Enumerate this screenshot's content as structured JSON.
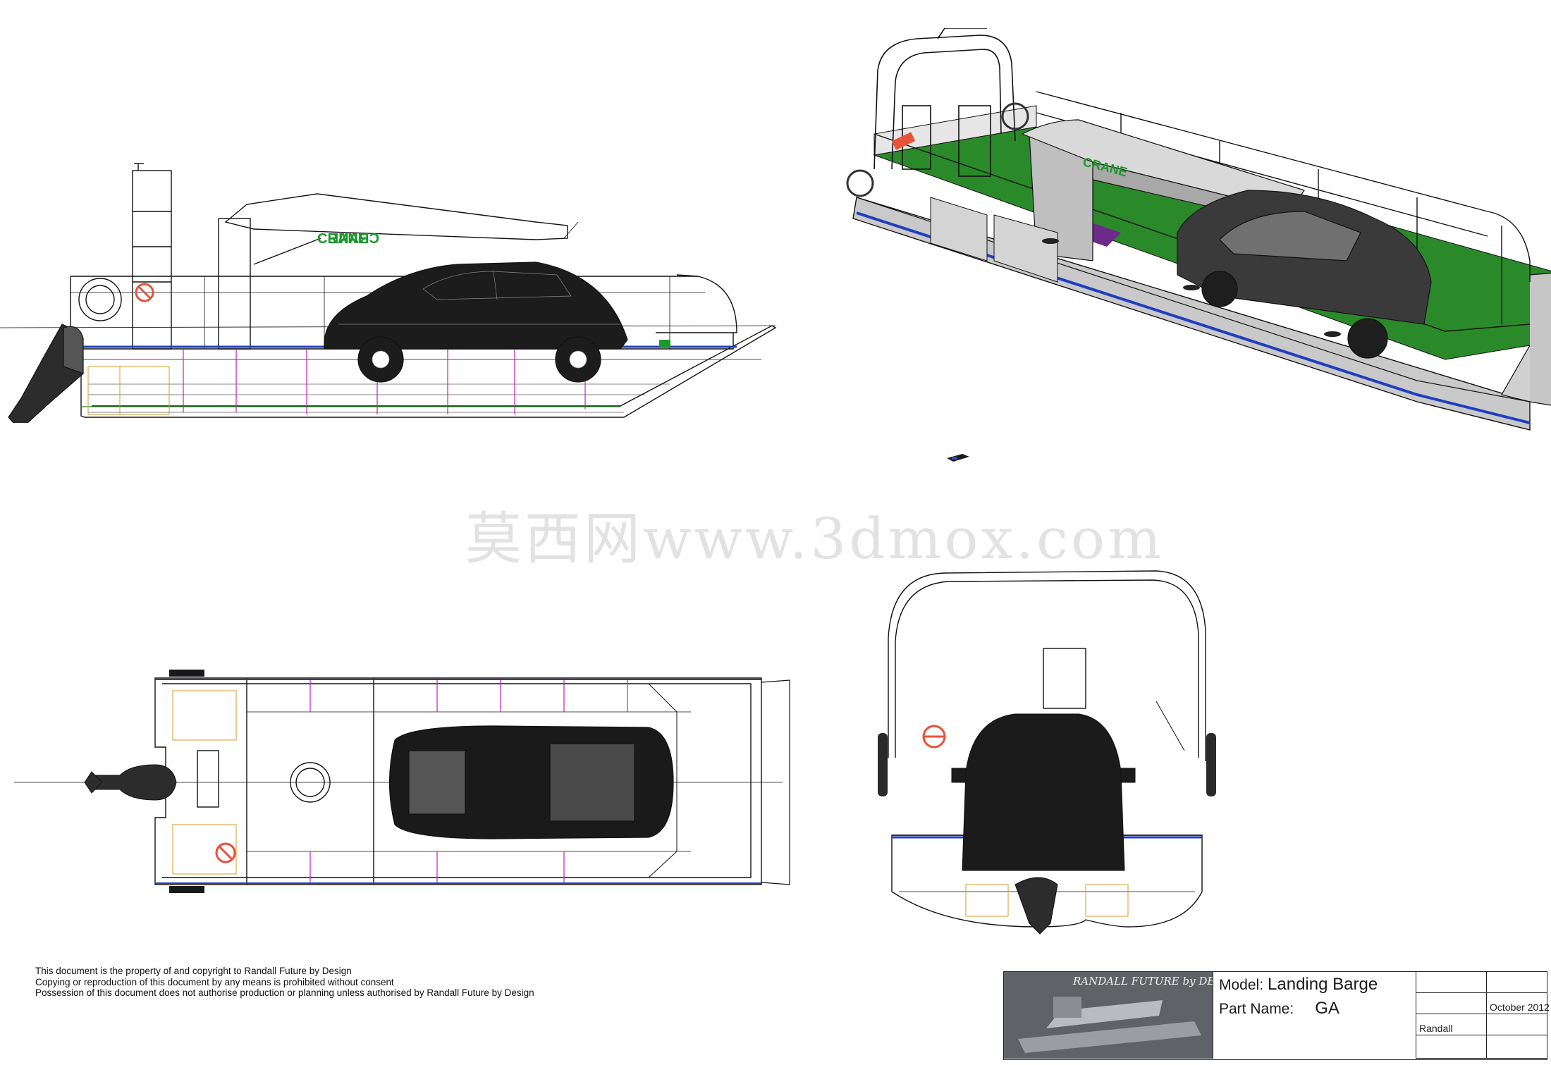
{
  "drawing": {
    "crane_label": "CRANE"
  },
  "watermark": "莫西网www.3dmox.com",
  "copyright": {
    "lines": [
      "This document is the property of and copyright to Randall Future by Design",
      "Copying or reproduction of this document by any means is prohibited without consent",
      "Possession of this document does not authorise production or planning unless authorised by Randall Future by Design"
    ]
  },
  "title_block": {
    "company": "RANDALL FUTURE by DESIGN",
    "model_label": "Model:",
    "model_value": "Landing Barge",
    "part_label": "Part Name:",
    "part_value": "GA",
    "date_value": "October 2012",
    "drawn_by_value": "Randall"
  },
  "colors": {
    "line": "#111111",
    "deck_green": "#1f8a1f",
    "crane_green": "#1a9a2a",
    "hull_blue": "#1f3fbf",
    "frame_magenta": "#c21fc2",
    "lifebuoy_red": "#e8513a",
    "engine_dark": "#2c2c2c",
    "interior_orange": "#d89a2a"
  }
}
